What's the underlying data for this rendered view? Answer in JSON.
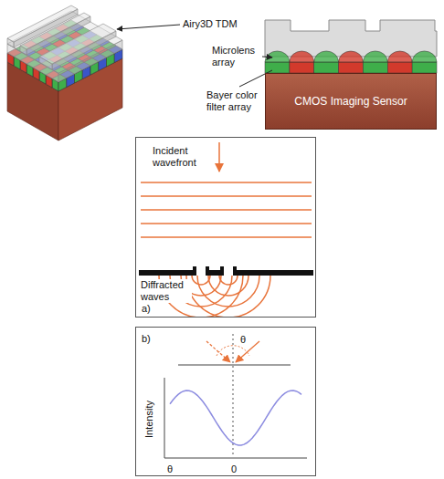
{
  "diagram": {
    "nodes": [
      {
        "text": [
          "CMOS Imaging Sensor"
        ]
      },
      {
        "text": [
          "Incident wavefront",
          "Diffracted waves",
          "a)"
        ]
      },
      {
        "text": [
          "b)",
          "θ",
          "Intensity",
          "θ",
          "0"
        ]
      }
    ],
    "labels": [
      "Airy3D TDM",
      "Microlens array",
      "Bayer color filter array"
    ]
  }
}
